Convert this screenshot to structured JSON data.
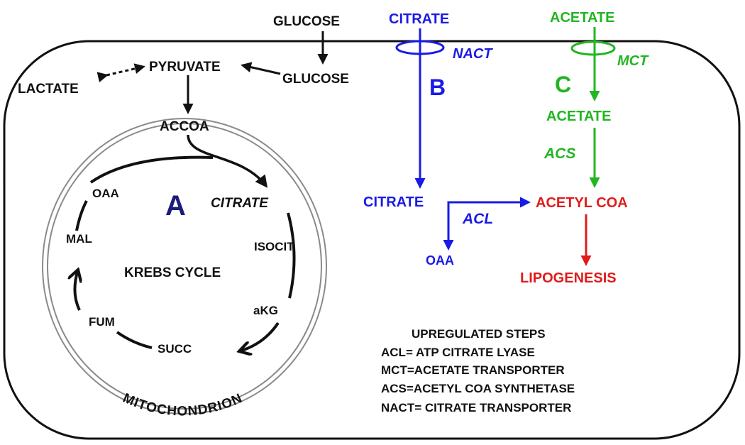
{
  "colors": {
    "black": "#111111",
    "blue": "#1a1ae6",
    "green": "#22b522",
    "red": "#e01b1b",
    "navy": "#1c1c7a",
    "membrane_gray": "#8a8a8a"
  },
  "outside": {
    "glucose": "GLUCOSE",
    "citrate": "CITRATE",
    "acetate": "ACETATE"
  },
  "cytoplasm": {
    "glucose": "GLUCOSE",
    "pyruvate": "PYRUVATE",
    "lactate": "LACTATE",
    "accoa": "ACCOA"
  },
  "pathway_a": {
    "letter": "A",
    "citrate": "CITRATE",
    "isocit": "ISOCIT",
    "akg": "aKG",
    "succ": "SUCC",
    "fum": "FUM",
    "mal": "MAL",
    "oaa": "OAA",
    "cycle_label": "KREBS CYCLE",
    "organelle_label": "MITOCHONDRION"
  },
  "pathway_b": {
    "letter": "B",
    "transporter": "NACT",
    "citrate": "CITRATE",
    "enzyme": "ACL",
    "oaa": "OAA"
  },
  "pathway_c": {
    "letter": "C",
    "transporter": "MCT",
    "acetate": "ACETATE",
    "enzyme": "ACS",
    "acetyl_coa": "ACETYL COA",
    "lipogenesis": "LIPOGENESIS"
  },
  "legend": {
    "title": "UPREGULATED STEPS",
    "items": [
      "ACL= ATP CITRATE LYASE",
      "MCT=ACETATE TRANSPORTER",
      "ACS=ACETYL COA SYNTHETASE",
      "NACT= CITRATE TRANSPORTER"
    ]
  }
}
